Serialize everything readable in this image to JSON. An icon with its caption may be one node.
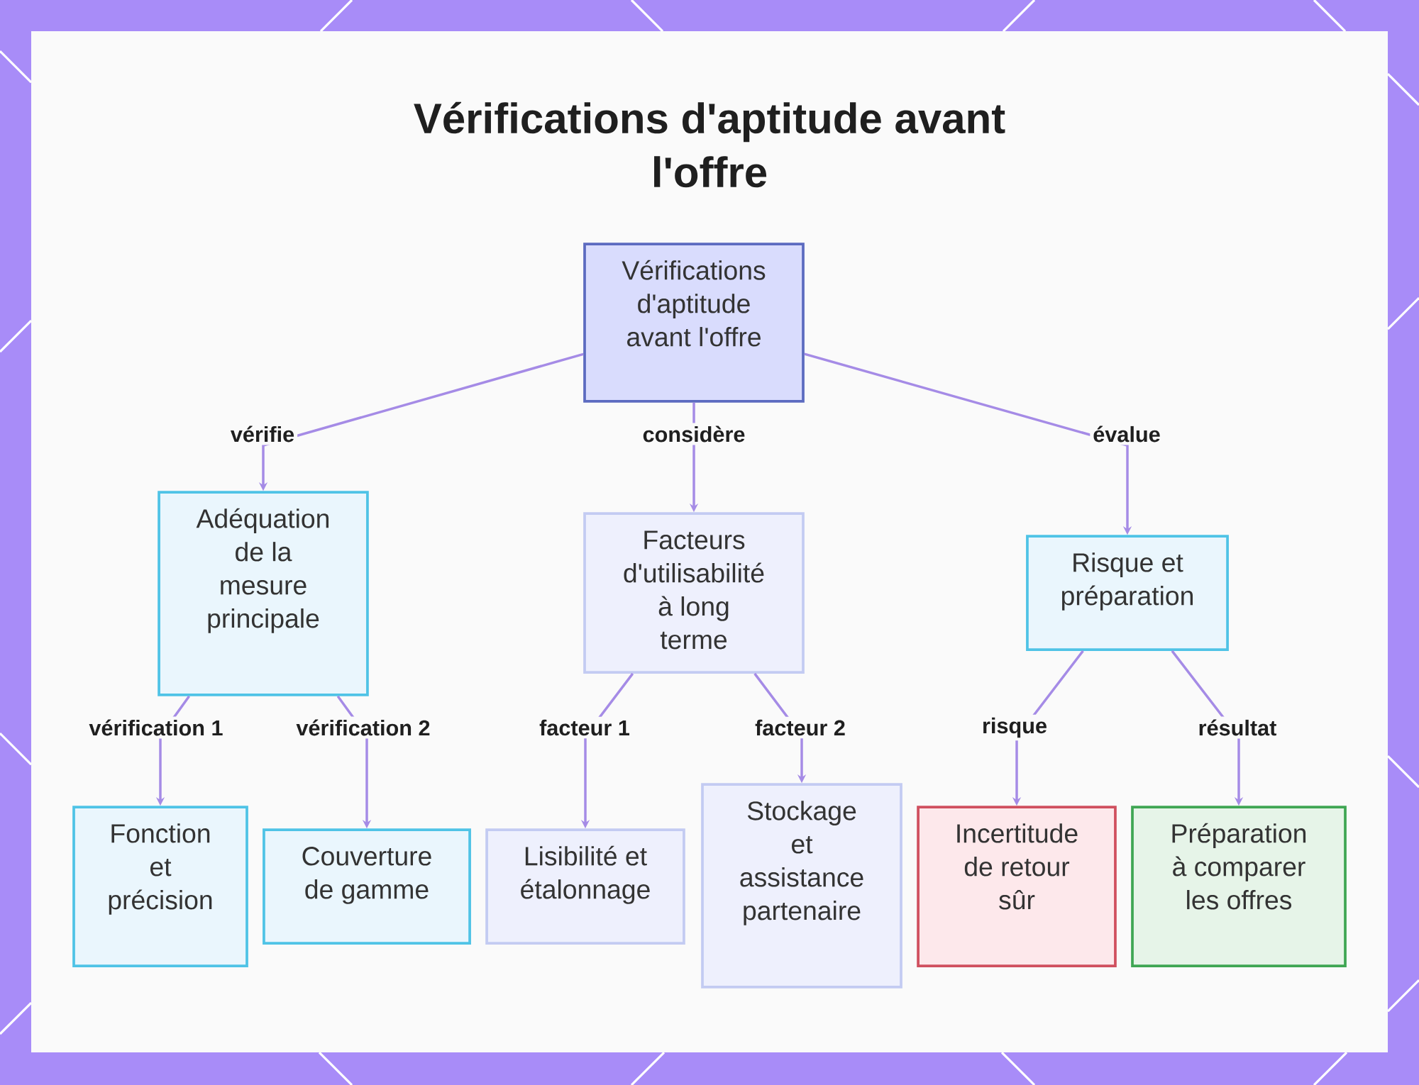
{
  "diagram": {
    "title": "Vérifications d'aptitude avant l'offre",
    "nodes": [
      {
        "text": [
          "Vérifications d'aptitude avant l'offre"
        ]
      },
      {
        "text": [
          "Adéquation de la mesure principale"
        ]
      },
      {
        "text": [
          "Facteurs d'utilisabilité à long terme"
        ]
      },
      {
        "text": [
          "Risque et préparation"
        ]
      },
      {
        "text": [
          "Fonction et précision"
        ]
      },
      {
        "text": [
          "Couverture de gamme"
        ]
      },
      {
        "text": [
          "Lisibilité et étalonnage"
        ]
      },
      {
        "text": [
          "Stockage et assistance partenaire"
        ]
      },
      {
        "text": [
          "Incertitude de retour sûr"
        ]
      },
      {
        "text": [
          "Préparation à comparer les offres"
        ]
      }
    ],
    "edges": [
      {
        "from": 0,
        "to": 1,
        "arrow": "to",
        "label": "vérifie"
      },
      {
        "from": 0,
        "to": 2,
        "arrow": "to",
        "label": "considère"
      },
      {
        "from": 0,
        "to": 3,
        "arrow": "to",
        "label": "évalue"
      },
      {
        "from": 1,
        "to": 4,
        "arrow": "to",
        "label": "vérification 1"
      },
      {
        "from": 1,
        "to": 5,
        "arrow": "to",
        "label": "vérification 2"
      },
      {
        "from": 2,
        "to": 6,
        "arrow": "to",
        "label": "facteur 1"
      },
      {
        "from": 2,
        "to": 7,
        "arrow": "to",
        "label": "facteur 2"
      },
      {
        "from": 3,
        "to": 8,
        "arrow": "to",
        "label": "risque"
      },
      {
        "from": 3,
        "to": 9,
        "arrow": "to",
        "label": "résultat"
      }
    ]
  }
}
